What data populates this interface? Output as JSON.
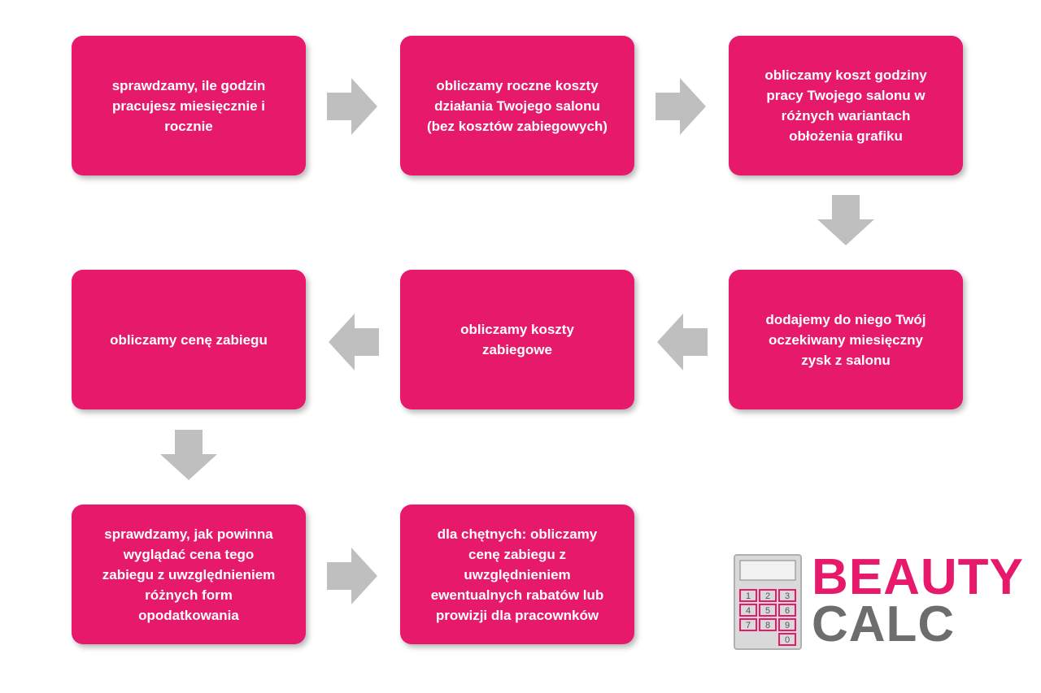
{
  "steps": [
    {
      "text": "sprawdzamy, ile godzin\npracujesz miesięcznie i\nrocznie"
    },
    {
      "text": "obliczamy roczne koszty\ndziałania Twojego salonu\n(bez kosztów zabiegowych)"
    },
    {
      "text": "obliczamy koszt godziny\npracy Twojego salonu w\nróżnych wariantach\nobłożenia grafiku"
    },
    {
      "text": "dodajemy do niego Twój\noczekiwany miesięczny\nzysk z salonu"
    },
    {
      "text": "obliczamy koszty\nzabiegowe"
    },
    {
      "text": "obliczamy cenę zabiegu"
    },
    {
      "text": "sprawdzamy, jak powinna\nwyglądać cena tego\nzabiegu z uwzględnieniem\nróżnych form\nopodatkowania"
    },
    {
      "text": "dla chętnych: obliczamy\ncenę zabiegu z\nuwzględnieniem\newentualnych rabatów lub\nprowizji dla pracownków"
    }
  ],
  "logo": {
    "line1": "BEAUTY",
    "line2": "CALC",
    "keys": [
      "1",
      "2",
      "3",
      "4",
      "5",
      "6",
      "7",
      "8",
      "9",
      "0"
    ],
    "colors": {
      "pink": "#e6196a",
      "gray": "#6d6d6d",
      "light_gray": "#b9b9b9"
    }
  },
  "colors": {
    "box": "#e6196a",
    "arrow": "#bfbfbf",
    "text": "#ffffff"
  }
}
